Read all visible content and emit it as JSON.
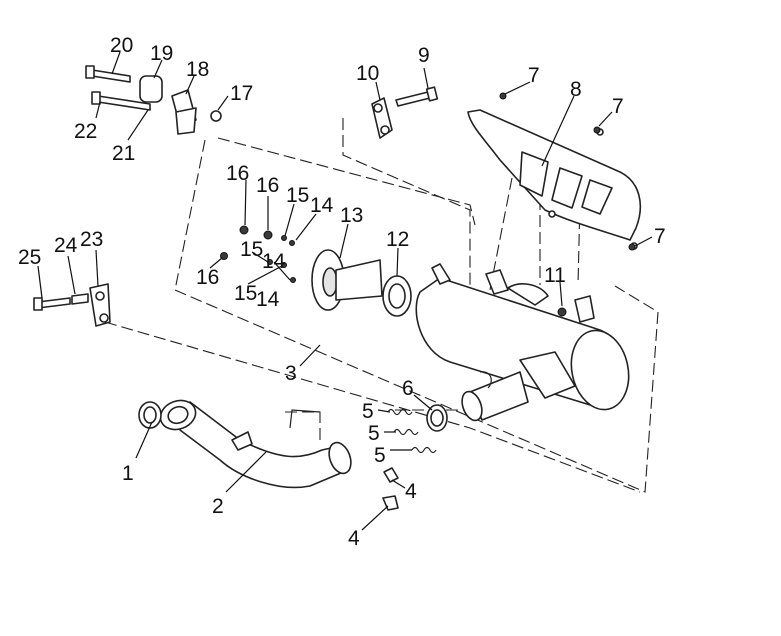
{
  "figure": {
    "type": "exploded parts diagram",
    "subject": "motorcycle exhaust system",
    "colors": {
      "line": "#222222",
      "fill_light": "#e4e4e4",
      "background": "#ffffff"
    }
  },
  "callouts": {
    "c1": "1",
    "c2": "2",
    "c3": "3",
    "c4a": "4",
    "c4b": "4",
    "c5a": "5",
    "c5b": "5",
    "c5c": "5",
    "c6": "6",
    "c7a": "7",
    "c7b": "7",
    "c7c": "7",
    "c8": "8",
    "c9": "9",
    "c10": "10",
    "c11": "11",
    "c12": "12",
    "c13": "13",
    "c14a": "14",
    "c14b": "14",
    "c14c": "14",
    "c15a": "15",
    "c15b": "15",
    "c15c": "15",
    "c16a": "16",
    "c16b": "16",
    "c16c": "16",
    "c17": "17",
    "c18": "18",
    "c19": "19",
    "c20": "20",
    "c21": "21",
    "c22": "22",
    "c23": "23",
    "c24": "24",
    "c25": "25"
  }
}
